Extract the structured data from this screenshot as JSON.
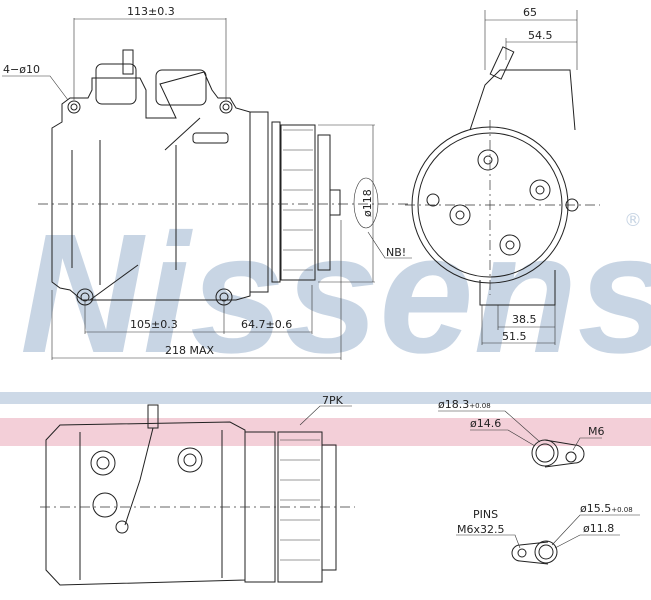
{
  "brand": {
    "watermark": "Nissens",
    "registered_mark": "®",
    "watermark_color": "#c8d5e4",
    "band_blue": "#cdd9e7",
    "band_pink": "#f3cfd8"
  },
  "top_view": {
    "dim_mount_width": "113±0.3",
    "dim_holes": "4−ø10",
    "dim_hole_spacing": "105±0.3",
    "dim_pulley_offset": "64.7±0.6",
    "dim_overall_length": "218 MAX",
    "dim_pulley_diameter": "ø118",
    "note": "NB!"
  },
  "end_view": {
    "dim_width": "65",
    "dim_port_offset": "54.5",
    "dim_bottom_a": "38.5",
    "dim_bottom_b": "51.5"
  },
  "bottom_view": {
    "pulley_grooves": "7PK"
  },
  "port_details": {
    "port1_outer": "ø18.3",
    "port1_outer_tol": "+0.08",
    "port1_inner": "ø14.6",
    "port1_thread": "M6",
    "pins_label": "PINS",
    "pins_spec": "M6x32.5",
    "port2_outer": "ø15.5",
    "port2_outer_tol": "+0.08",
    "port2_inner": "ø11.8"
  }
}
